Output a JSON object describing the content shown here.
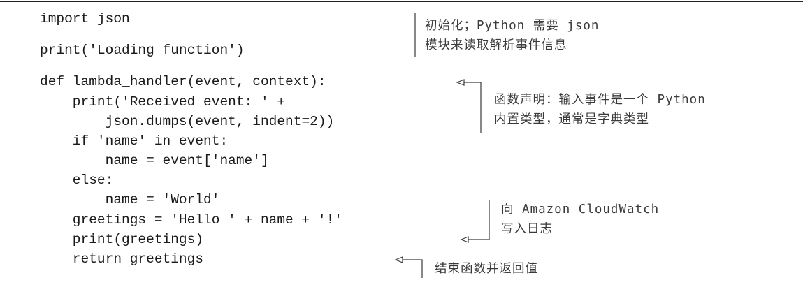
{
  "code": {
    "lines": [
      "import json",
      "print('Loading function')",
      "def lambda_handler(event, context):",
      "    print('Received event: ' +",
      "        json.dumps(event, indent=2))",
      "    if 'name' in event:",
      "        name = event['name']",
      "    else:",
      "        name = 'World'",
      "    greetings = 'Hello ' + name + '!'",
      "    print(greetings)",
      "    return greetings"
    ]
  },
  "annotations": [
    {
      "lines": [
        "初始化；Python 需要 json",
        "模块来读取解析事件信息"
      ]
    },
    {
      "lines": [
        "函数声明：输入事件是一个 Python",
        "内置类型，通常是字典类型"
      ]
    },
    {
      "lines": [
        "向 Amazon CloudWatch",
        "写入日志"
      ]
    },
    {
      "lines": [
        "结束函数并返回值"
      ]
    }
  ]
}
